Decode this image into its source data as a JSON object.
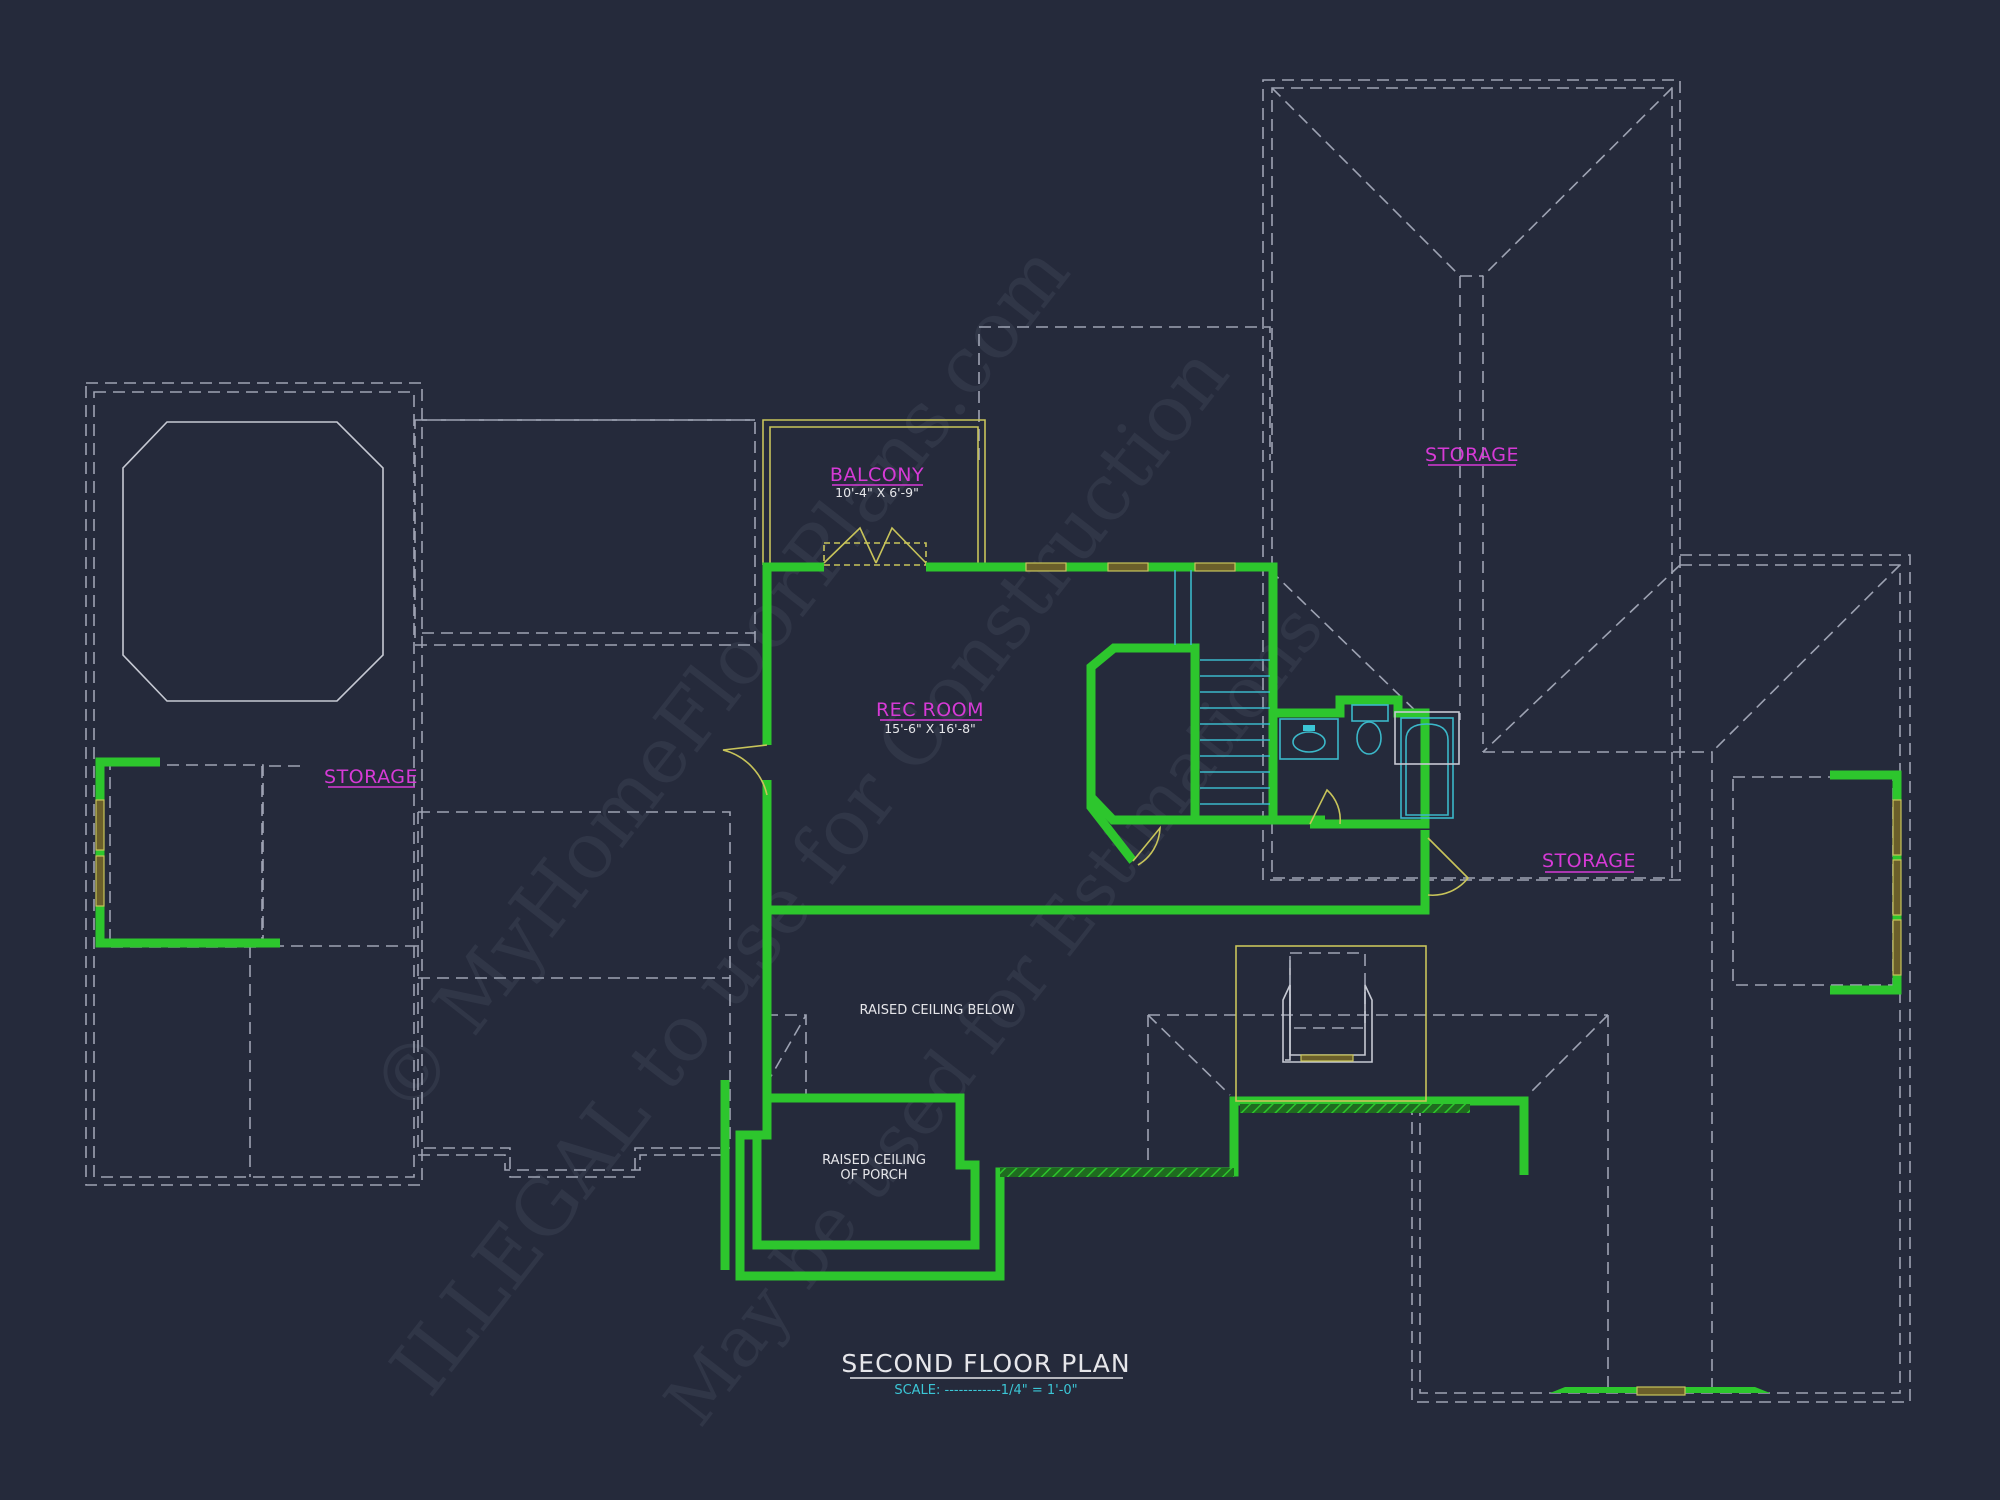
{
  "title": {
    "main": "SECOND FLOOR PLAN",
    "scale": "SCALE: ------------1/4\" = 1'-0\""
  },
  "rooms": {
    "balcony": {
      "name": "BALCONY",
      "dims": "10'-4\" X 6'-9\""
    },
    "rec_room": {
      "name": "REC ROOM",
      "dims": "15'-6\" X 16'-8\""
    },
    "storage_left": {
      "name": "STORAGE"
    },
    "storage_top_right": {
      "name": "STORAGE"
    },
    "storage_right": {
      "name": "STORAGE"
    }
  },
  "notes": {
    "raised_ceiling_below": "RAISED CEILING BELOW",
    "raised_ceiling_porch_1": "RAISED CEILING",
    "raised_ceiling_porch_2": "OF PORCH"
  },
  "watermark": {
    "line1": "© MyHomeFloorPlans.com",
    "line2": "ILLEGAL to use for Construction",
    "line3": "May be used for Estimations"
  },
  "colors": {
    "background": "#252a3b",
    "wall": "#2dc62d",
    "room_label": "#d63ad6",
    "fixture": "#3bb8c9",
    "door_window": "#c8c45a",
    "roof_dashed": "#9ea3b3"
  }
}
